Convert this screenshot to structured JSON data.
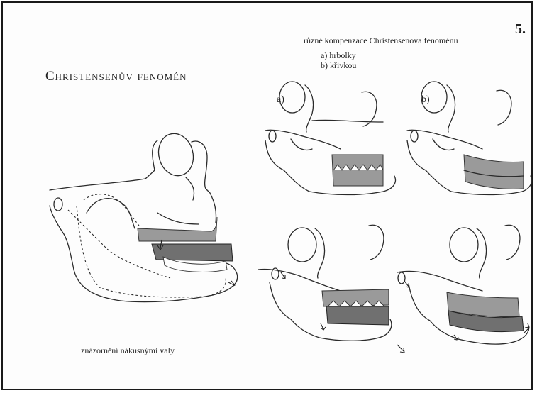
{
  "page_number": "5.",
  "title": "Christensenův fenomén",
  "subtitle": "různé kompenzace Christensenova fenoménu",
  "options": {
    "a": "a) hrbolky",
    "b": "b) křivkou"
  },
  "panel_labels": {
    "a": "a)",
    "b": "b)"
  },
  "caption": "znázornění nákusnými valy"
}
